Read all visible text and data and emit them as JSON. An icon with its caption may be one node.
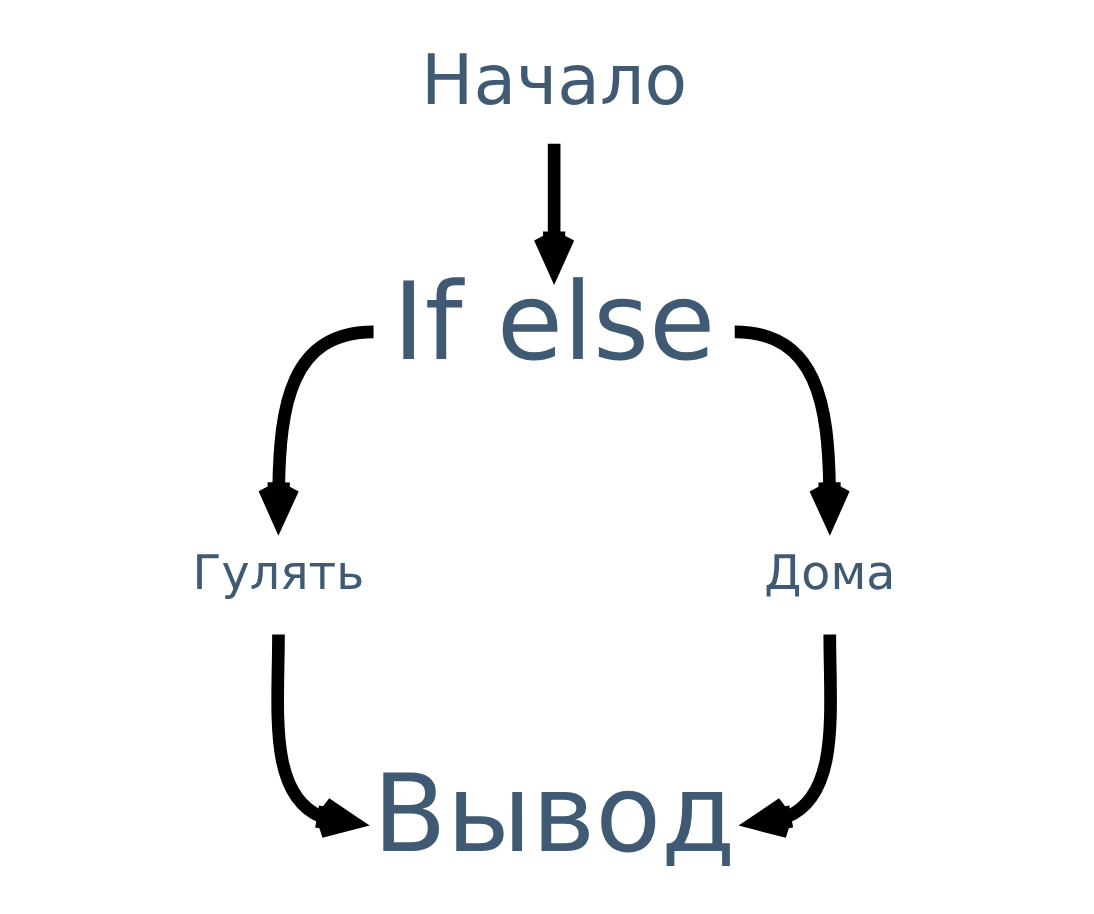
{
  "diagram": {
    "nodes": [
      {
        "text": [
          "Начало"
        ]
      },
      {
        "text": [
          "If else"
        ]
      },
      {
        "text": [
          "Гулять"
        ]
      },
      {
        "text": [
          "Дома"
        ]
      },
      {
        "text": [
          "Вывод"
        ]
      }
    ],
    "edges": [
      {
        "from": 0,
        "to": 1,
        "arrow": "to"
      },
      {
        "from": 1,
        "to": 2,
        "arrow": "to"
      },
      {
        "from": 1,
        "to": 3,
        "arrow": "to"
      },
      {
        "from": 2,
        "to": 4,
        "arrow": "to"
      },
      {
        "from": 3,
        "to": 4,
        "arrow": "to"
      }
    ]
  }
}
